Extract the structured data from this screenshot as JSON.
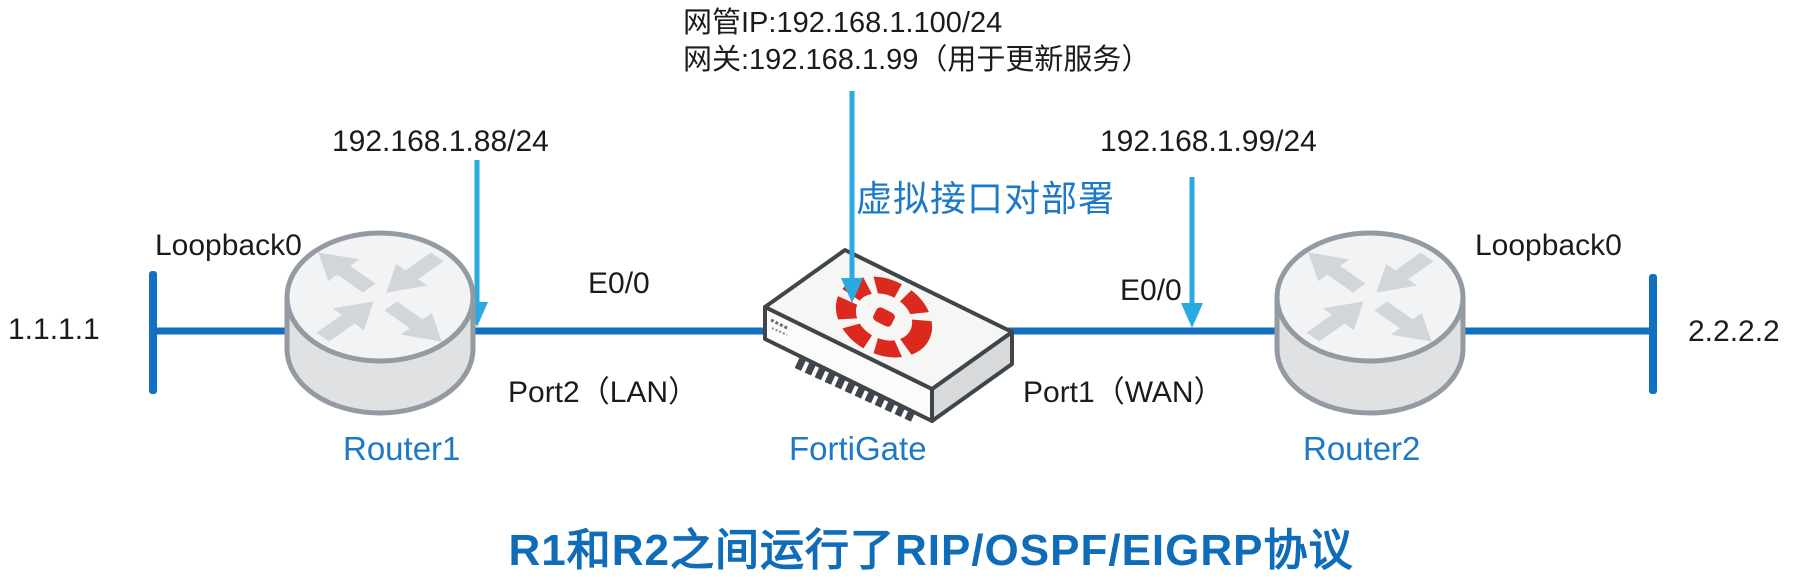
{
  "diagram": {
    "title": "R1和R2之间运行了RIP/OSPF/EIGRP协议",
    "management_note": {
      "line1": "网管IP:192.168.1.100/24",
      "line2": "网关:192.168.1.99（用于更新服务）"
    },
    "fortigate": {
      "label": "FortiGate",
      "deployment_label": "虚拟接口对部署",
      "lan_port_label": "Port2（LAN）",
      "wan_port_label": "Port1（WAN）"
    },
    "left_link": {
      "ip": "192.168.1.88/24",
      "interface_label": "E0/0"
    },
    "right_link": {
      "ip": "192.168.1.99/24",
      "interface_label": "E0/0"
    },
    "router1": {
      "label": "Router1",
      "loopback_label": "Loopback0",
      "loopback_ip": "1.1.1.1"
    },
    "router2": {
      "label": "Router2",
      "loopback_label": "Loopback0",
      "loopback_ip": "2.2.2.2"
    },
    "icons": {
      "router1": "cisco-router-icon",
      "router2": "cisco-router-icon",
      "fortigate": "fortigate-appliance-icon",
      "pointers": "down-arrow-icon"
    },
    "colors": {
      "link_blue": "#1170bf",
      "arrow_cyan": "#2baae2",
      "label_blue": "#1d79c7",
      "title_blue": "#0f6cb8",
      "text_black": "#1b1b1b",
      "logo_red": "#db291d"
    }
  }
}
